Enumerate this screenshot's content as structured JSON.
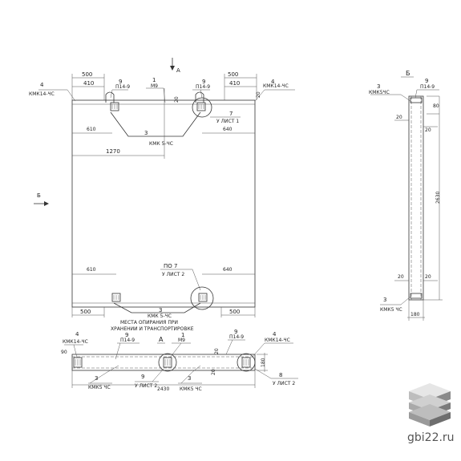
{
  "front_view": {
    "view_arrow_a": "А",
    "view_arrow_b": "Б",
    "dim_500_left": "500",
    "dim_410_left": "410",
    "dim_500_right": "500",
    "dim_410_right": "410",
    "label_4_left": "4",
    "label_kmk14_left": "КМК14-ЧС",
    "label_4_right": "4",
    "label_kmk14_right": "КМК14-ЧС",
    "label_9_left": "9",
    "label_p14_left": "П14-9",
    "label_1_top": "1",
    "label_m9_top": "М9",
    "label_9_right": "9",
    "label_p14_right": "П14-9",
    "dim_20_top": "20",
    "dim_20_topright": "20",
    "label_7_top": "7",
    "label_ulist1": "У ЛИСТ 1",
    "dim_610_top": "610",
    "dim_640_top": "640",
    "label_3_top": "3",
    "label_kmk5_top": "КМК 5-ЧС",
    "dim_1270": "1270",
    "dim_610_bottom": "610",
    "dim_640_bottom": "640",
    "label_po7": "ПО 7",
    "label_ulist2_bottom": "У ЛИСТ 2",
    "dim_500_bl": "500",
    "dim_500_br": "500",
    "label_3_bottom": "3",
    "label_kmk5_bottom": "КМК 5-ЧС",
    "note_line1": "МЕСТА ОПИРАНИЯ ПРИ",
    "note_line2": "ХРАНЕНИИ И ТРАНСПОРТИРОВКЕ"
  },
  "side_view": {
    "title": "Б",
    "label_3_top": "3",
    "label_kmk5_top": "КМК5ЧС",
    "label_9": "9",
    "label_p14": "П14-9",
    "dim_80": "80",
    "dim_20_a": "20",
    "dim_20_b": "20",
    "dim_2630": "2630",
    "dim_20_c": "20",
    "dim_20_d": "20",
    "label_3_bottom": "3",
    "label_kmk5_bottom": "КМК5 ЧС",
    "dim_180": "180"
  },
  "plan_view": {
    "label_4_left": "4",
    "label_kmk14_left": "КМК14-ЧС",
    "dim_90": "90",
    "label_9_left": "9",
    "label_p14_left": "П14-9",
    "label_a": "А",
    "label_1": "1",
    "label_m9": "М9",
    "dim_20_a": "20",
    "label_9_right": "9",
    "label_p14_right": "П14-9",
    "label_4_right": "4",
    "label_kmk14_right": "КМК14-ЧС",
    "dim_20_b": "20",
    "dim_180": "180",
    "label_3_left": "3",
    "label_kmk5_left": "КМК5 ЧС",
    "label_9_mid": "9",
    "label_ulist2_mid": "У ЛИСТ 2",
    "label_3_mid": "3",
    "label_kmk5_mid": "КМК5 ЧС",
    "dim_2430": "2430",
    "label_8": "8",
    "label_ulist2_right": "У ЛИСТ 2"
  },
  "watermark": {
    "text": "gbi22.ru"
  },
  "colors": {
    "line": "#333333",
    "logo_dark": "#7a7a7a",
    "logo_light": "#d9d9d9"
  }
}
